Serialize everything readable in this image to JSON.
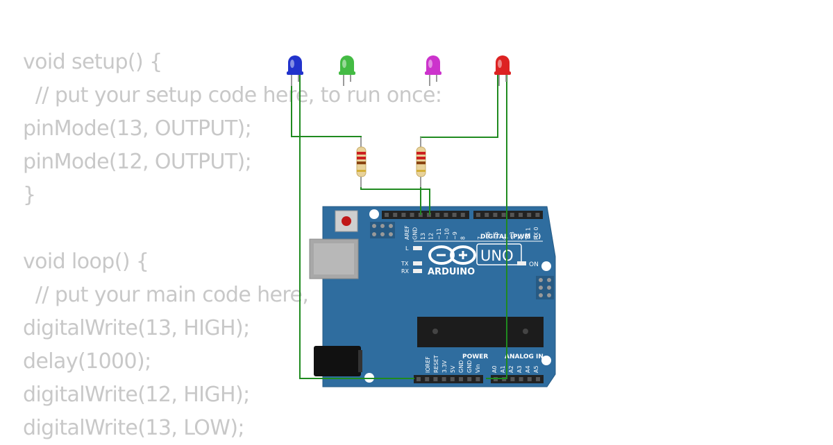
{
  "code": {
    "lines": [
      "void setup() {",
      "  // put your setup code here, to run once:",
      "pinMode(13, OUTPUT);",
      "pinMode(12, OUTPUT);",
      "}",
      "",
      "void loop() {",
      "  // put your main code here,",
      "digitalWrite(13, HIGH);",
      "delay(1000);",
      "digitalWrite(12, HIGH);",
      "digitalWrite(13, LOW);"
    ]
  },
  "leds": [
    {
      "name": "led-blue",
      "color": "#2233cc"
    },
    {
      "name": "led-green",
      "color": "#44bb44"
    },
    {
      "name": "led-magenta",
      "color": "#cc33cc"
    },
    {
      "name": "led-red",
      "color": "#dd2222"
    }
  ],
  "board": {
    "brand": "ARDUINO",
    "model": "UNO",
    "digital_label": "DIGITAL (PWM ~)",
    "power_label": "POWER",
    "analog_label": "ANALOG IN",
    "on_label": "ON",
    "l_label": "L",
    "tx_label": "TX",
    "rx_label": "RX",
    "digital_pins": [
      "AREF",
      "GND",
      "13",
      "12",
      "~11",
      "~10",
      "~9",
      "8",
      "7",
      "~6",
      "~5",
      "4",
      "~3",
      "2",
      "TX 1",
      "RX 0"
    ],
    "power_pins": [
      "IOREF",
      "RESET",
      "3.3V",
      "5V",
      "GND",
      "GND",
      "Vin"
    ],
    "analog_pins": [
      "A0",
      "A1",
      "A2",
      "A3",
      "A4",
      "A5"
    ],
    "board_color": "#2f6d9f",
    "wire_color": "#1f8a1f"
  }
}
